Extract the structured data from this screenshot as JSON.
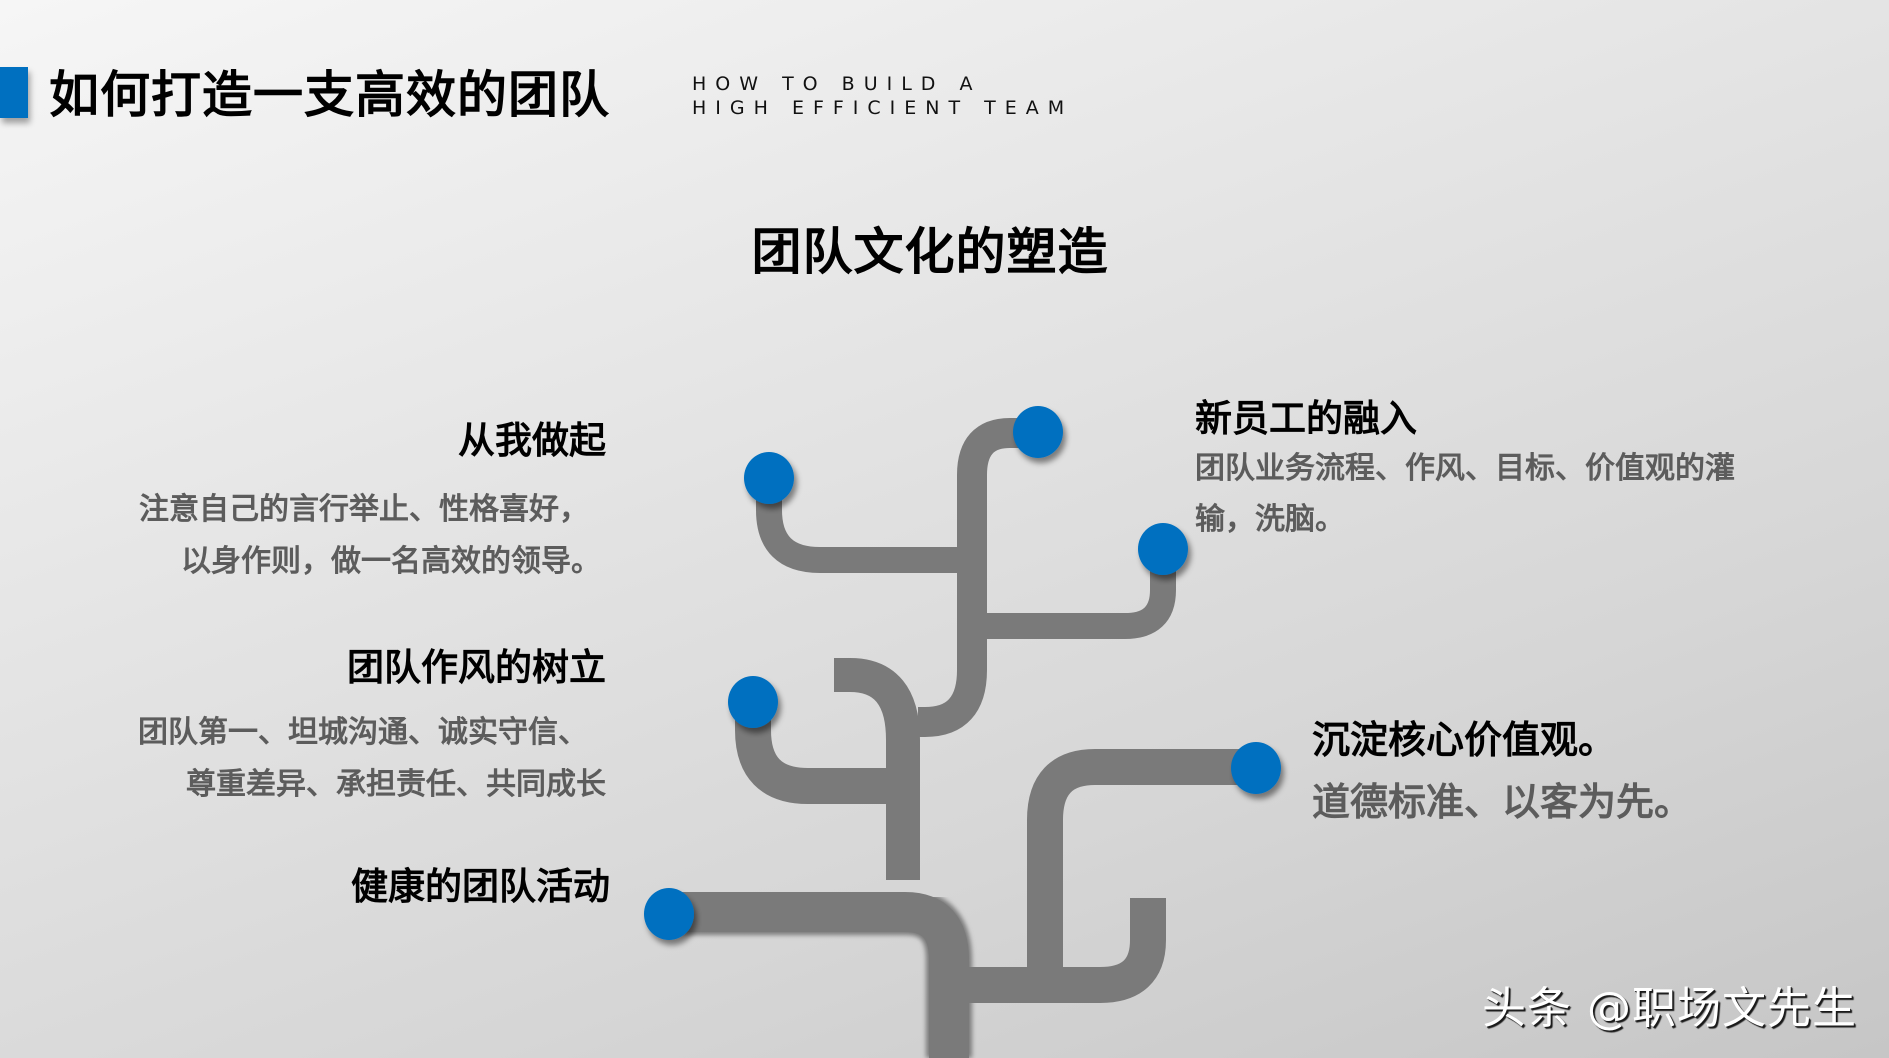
{
  "header": {
    "title": "如何打造一支高效的团队",
    "subtitle_line1": "HOW TO BUILD A",
    "subtitle_line2": "HIGH EFFICIENT TEAM",
    "accent_color": "#0070c0"
  },
  "section": {
    "title": "团队文化的塑造"
  },
  "items": [
    {
      "heading": "从我做起",
      "body": [
        "注意自己的言行举止、性格喜好，",
        "以身作则，做一名高效的领导。"
      ]
    },
    {
      "heading": "团队作风的树立",
      "body": [
        "团队第一、坦城沟通、诚实守信、",
        "尊重差异、承担责任、共同成长"
      ]
    },
    {
      "heading": "健康的团队活动",
      "body": []
    },
    {
      "heading": "新员工的融入",
      "body": [
        "团队业务流程、作风、目标、价值观的灌",
        "输，洗脑。"
      ]
    },
    {
      "heading": "沉淀核心价值观。",
      "body": [
        "道德标准、以客为先。"
      ]
    }
  ],
  "tree": {
    "branch_color": "#7a7a7a",
    "node_color": "#0070c0"
  },
  "watermark": {
    "text": "头条 @职场文先生"
  }
}
